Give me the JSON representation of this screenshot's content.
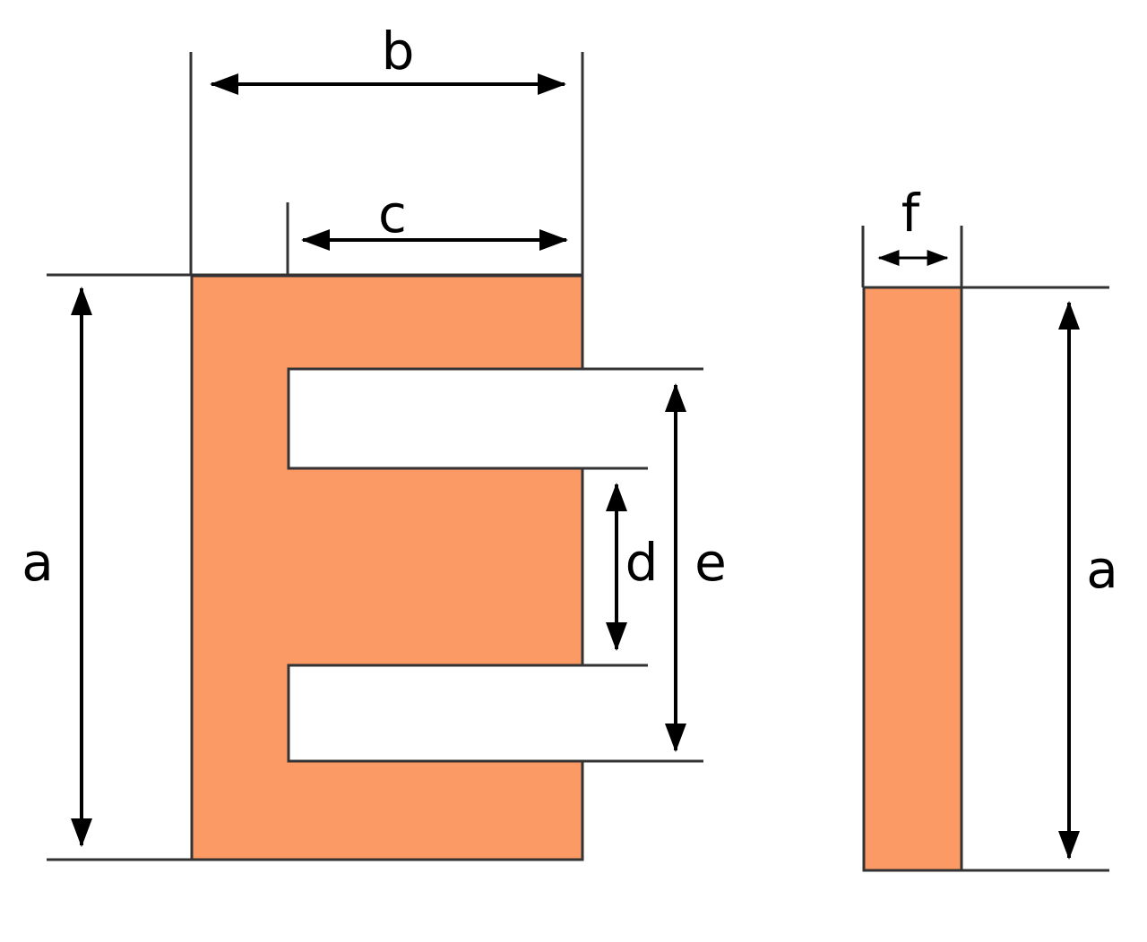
{
  "colors": {
    "core_fill": "#fc9a66",
    "outline": "#333333",
    "dimension_line": "#000000",
    "background": "#ffffff"
  },
  "labels": {
    "a_left": "a",
    "b": "b",
    "c": "c",
    "d": "d",
    "e": "e",
    "f": "f",
    "a_right": "a"
  }
}
